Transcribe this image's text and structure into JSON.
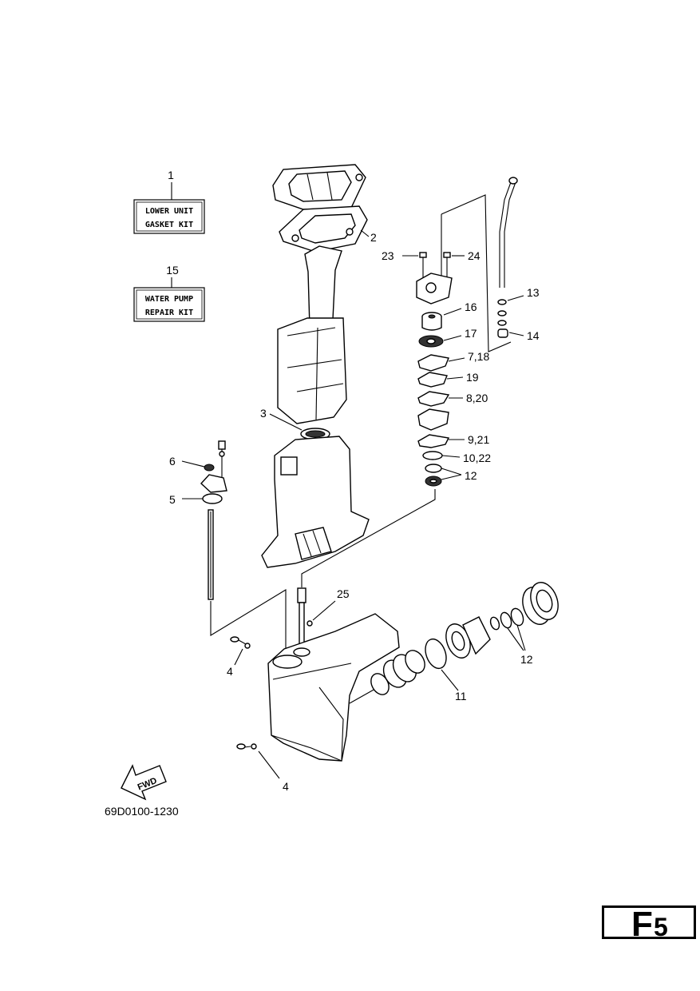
{
  "kits": [
    {
      "number": "1",
      "line1": "LOWER UNIT",
      "line2": "GASKET KIT"
    },
    {
      "number": "15",
      "line1": "WATER PUMP",
      "line2": "REPAIR KIT"
    }
  ],
  "callouts": {
    "c2": "2",
    "c3": "3",
    "c4a": "4",
    "c4b": "4",
    "c5": "5",
    "c6": "6",
    "c7_18": "7,18",
    "c8_20": "8,20",
    "c9_21": "9,21",
    "c10_22": "10,22",
    "c11": "11",
    "c12a": "12",
    "c12b": "12",
    "c13": "13",
    "c14": "14",
    "c16": "16",
    "c17": "17",
    "c19": "19",
    "c23": "23",
    "c24": "24",
    "c25": "25"
  },
  "fwd_label": "FWD",
  "diagram_code": "69D0100-1230",
  "page_letter": "F",
  "page_number": "5"
}
